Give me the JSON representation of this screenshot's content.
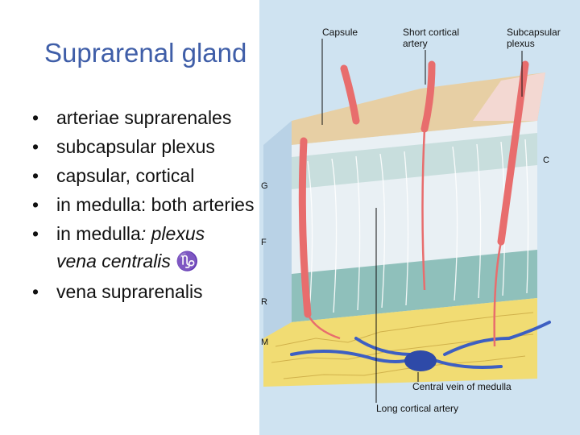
{
  "slide": {
    "title": "Suprarenal gland",
    "bullets": [
      {
        "bullet": "•",
        "text": "arteriae suprarenales"
      },
      {
        "bullet": "•",
        "text": "subcapsular plexus"
      },
      {
        "bullet": "•",
        "text": "capsular, cortical"
      },
      {
        "bullet": "•",
        "text": "in medulla: both arteries"
      },
      {
        "bullet": "•",
        "pre": "in medulla",
        "italic": ": plexus",
        "line2": "vena centralis",
        "symbol": "♑"
      },
      {
        "bullet": "•",
        "text": "vena suprarenalis"
      }
    ]
  },
  "figure": {
    "labels": {
      "capsule": "Capsule",
      "short_artery_1": "Short cortical",
      "short_artery_2": "artery",
      "subcapsular_1": "Subcapsular",
      "subcapsular_2": "plexus",
      "central_vein": "Central vein of medulla",
      "long_artery": "Long cortical artery"
    },
    "zone_letters": {
      "c": "C",
      "g": "G",
      "f": "F",
      "r": "R",
      "m": "M"
    },
    "colors": {
      "background": "#cfe3f1",
      "capsule": "#e7cfa4",
      "cortex": "#e9f0f4",
      "glomerulosa_band": "#bcd8d6",
      "reticularis_band": "#8fc0bb",
      "medulla": "#f1dc73",
      "vein": "#3d5fc2",
      "artery": "#e86d6d",
      "title": "#3f5ea8"
    }
  }
}
